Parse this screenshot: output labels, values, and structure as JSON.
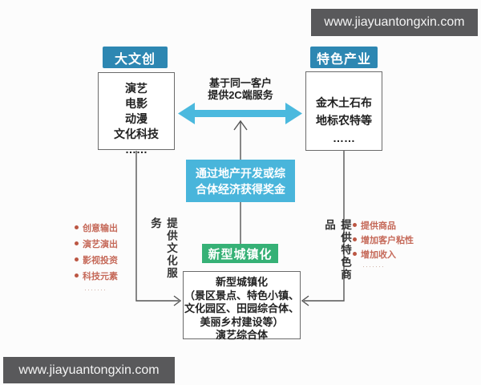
{
  "watermark": {
    "top": "www.jiayuantongxin.com",
    "bottom": "www.jiayuantongxin.com"
  },
  "colors": {
    "header_blue": "#2d87b2",
    "light_blue": "#49b5db",
    "green": "#36b176",
    "red_text": "#c05a48",
    "watermark_bg": "#59595b",
    "connector_gray": "#555555"
  },
  "left_branch": {
    "header": "大文创",
    "box_lines": [
      "演艺",
      "电影",
      "动漫",
      "文化科技",
      "……"
    ],
    "flow_label": "提供文化服务",
    "bullets": [
      "创意输出",
      "演艺演出",
      "影视投资",
      "科技元素"
    ],
    "bullets_more": "·······"
  },
  "right_branch": {
    "header": "特色产业",
    "box_lines": [
      "金木土石布",
      "地标农特等",
      "……"
    ],
    "flow_label": "提供特色商品",
    "bullets": [
      "提供商品",
      "增加客户粘性",
      "增加收入"
    ],
    "bullets_more": "·······"
  },
  "center": {
    "arrow_caption_line1": "基于同一客户",
    "arrow_caption_line2": "提供2C端服务",
    "funding_box_line1": "通过地产开发或综",
    "funding_box_line2": "合体经济获得奖金",
    "green_label": "新型城镇化",
    "bottom_box_lines": [
      "新型城镇化",
      "（景区景点、特色小镇、",
      "文化园区、田园综合体、",
      "美丽乡村建设等）",
      "演艺综合体"
    ]
  }
}
